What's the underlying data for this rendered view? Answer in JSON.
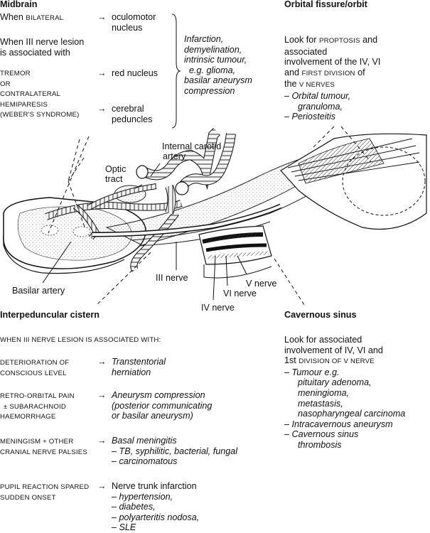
{
  "midbrain": {
    "heading": "Midbrain",
    "bilateral_prefix": "When",
    "bilateral_word": "BILATERAL",
    "arrow": "→",
    "bilateral_target_1": "oculomotor",
    "bilateral_target_2": "nucleus",
    "assoc_line1": "When III nerve lesion",
    "assoc_line2": "is associated with",
    "tremor": "TREMOR",
    "or": "OR",
    "tremor_target": "red nucleus",
    "contra_1": "CONTRALATERAL",
    "contra_2": "HEMIPARESIS",
    "contra_3": "(WEBER'S SYNDROME)",
    "contra_target_1": "cerebral",
    "contra_target_2": "peduncles",
    "causes": [
      "Infarction,",
      "demyelination,",
      "intrinsic tumour,",
      "e.g. glioma,",
      "basilar aneurysm",
      "compression"
    ]
  },
  "orbit": {
    "heading": "Orbital fissure/orbit",
    "l1": "Look for",
    "l1_sc": "PROPTOSIS",
    "l1_end": "and",
    "l2": "associated",
    "l3": "involvement of the IV, VI",
    "l4_a": "and",
    "l4_sc": "FIRST DIVISION",
    "l4_b": "of",
    "l5_a": "the",
    "l5_sc": "V NERVES",
    "items": [
      "– Orbital tumour,",
      "granuloma,",
      "– Periosteitis"
    ]
  },
  "labels": {
    "internal_carotid_1": "Internal carotid",
    "internal_carotid_2": "artery",
    "optic_1": "Optic",
    "optic_2": "tract",
    "basilar": "Basilar artery",
    "iii": "III nerve",
    "iv": "IV nerve",
    "vi": "VI nerve",
    "v": "V nerve"
  },
  "cistern": {
    "heading": "Interpeduncular cistern",
    "intro": "WHEN III NERVE LESION IS ASSOCIATED WITH:",
    "rows": [
      {
        "left": [
          "DETERIORATION OF",
          "CONSCIOUS LEVEL"
        ],
        "right": [
          "Transtentorial",
          "herniation"
        ]
      },
      {
        "left": [
          "RETRO-ORBITAL PAIN",
          "± SUBARACHNOID",
          "HAEMORRHAGE"
        ],
        "right": [
          "Aneurysm compression",
          "(posterior communicating",
          "or basilar aneurysm)"
        ]
      },
      {
        "left": [
          "MENINGISM + OTHER",
          "CRANIAL NERVE PALSIES"
        ],
        "right": [
          "Basal meningitis",
          "– TB, syphilitic, bacterial, fungal",
          "– carcinomatous"
        ]
      },
      {
        "left": [
          "PUPIL REACTION SPARED",
          "SUDDEN ONSET"
        ],
        "right": [
          "Nerve trunk infarction",
          "– hypertension,",
          "– diabetes,",
          "– polyarteritis nodosa,",
          "– SLE"
        ]
      }
    ]
  },
  "cavernous": {
    "heading": "Cavernous sinus",
    "l1": "Look for associated",
    "l2": "involvement of IV, VI and",
    "l3_a": "1st",
    "l3_sc": "DIVISION OF V NERVE",
    "items": [
      "– Tumour e.g.",
      "pituitary adenoma,",
      "meningioma,",
      "metastasis,",
      "nasopharyngeal carcinoma",
      "– Intracavernous aneurysm",
      "– Cavernous sinus",
      "thrombosis"
    ]
  }
}
